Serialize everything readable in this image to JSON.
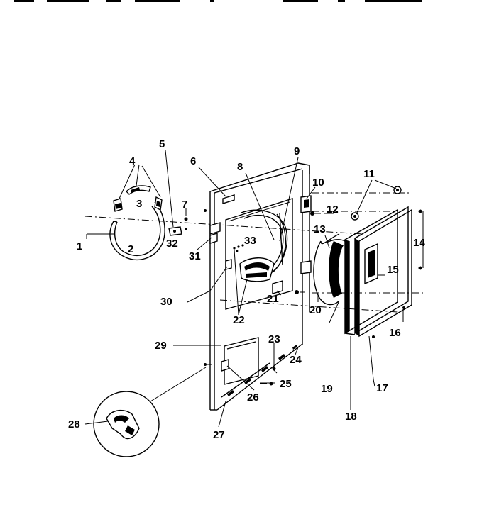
{
  "labels": {
    "l1": "1",
    "l2": "2",
    "l3": "3",
    "l4": "4",
    "l5": "5",
    "l6": "6",
    "l7": "7",
    "l8": "8",
    "l9": "9",
    "l10": "10",
    "l11": "11",
    "l12": "12",
    "l13": "13",
    "l14": "14",
    "l15": "15",
    "l16": "16",
    "l17": "17",
    "l18": "18",
    "l19": "19",
    "l20": "20",
    "l21": "21",
    "l22": "22",
    "l23": "23",
    "l24": "24",
    "l25": "25",
    "l26": "26",
    "l27": "27",
    "l28": "28",
    "l29": "29",
    "l30": "30",
    "l31": "31",
    "l32": "32",
    "l33": "33"
  }
}
